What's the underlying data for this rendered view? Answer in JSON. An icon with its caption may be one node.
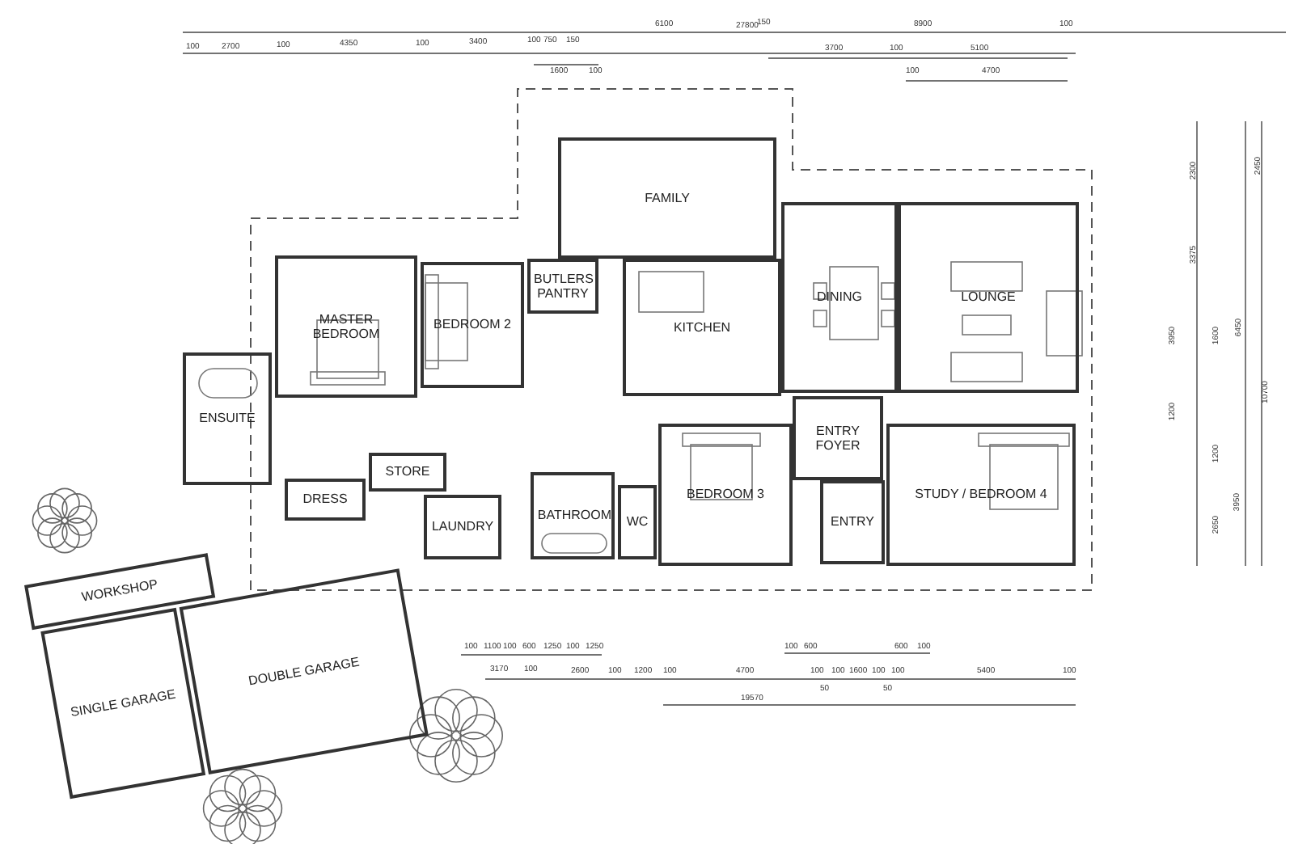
{
  "diagram": {
    "nodes": [
      {
        "text": [
          "FAMILY"
        ]
      },
      {
        "text": [
          "MASTER BEDROOM"
        ]
      },
      {
        "text": [
          "BEDROOM 2"
        ]
      },
      {
        "text": [
          "BUTLERS PANTRY"
        ]
      },
      {
        "text": [
          "KITCHEN"
        ]
      },
      {
        "text": [
          "DINING"
        ]
      },
      {
        "text": [
          "LOUNGE"
        ]
      },
      {
        "text": [
          "ENSUITE"
        ]
      },
      {
        "text": [
          "ENTRY FOYER"
        ]
      },
      {
        "text": [
          "STORE"
        ]
      },
      {
        "text": [
          "DRESS"
        ]
      },
      {
        "text": [
          "LAUNDRY"
        ]
      },
      {
        "text": [
          "BATHROOM"
        ]
      },
      {
        "text": [
          "WC"
        ]
      },
      {
        "text": [
          "BEDROOM 3"
        ]
      },
      {
        "text": [
          "ENTRY"
        ]
      },
      {
        "text": [
          "STUDY / BEDROOM 4"
        ]
      },
      {
        "text": [
          "WORKSHOP"
        ]
      },
      {
        "text": [
          "SINGLE GARAGE"
        ]
      },
      {
        "text": [
          "DOUBLE GARAGE"
        ]
      }
    ],
    "labels": [
      "27800",
      "100",
      "2700",
      "100",
      "4350",
      "100",
      "3400",
      "100",
      "750",
      "150",
      "1600",
      "100",
      "6100",
      "150",
      "8900",
      "100",
      "3700",
      "100",
      "5100",
      "100",
      "4700",
      "2300",
      "2450",
      "3375",
      "6450",
      "3950",
      "1600",
      "10700",
      "1200",
      "1200",
      "3950",
      "2650",
      "100",
      "1100",
      "100",
      "600",
      "1250",
      "100",
      "1250",
      "3170",
      "100",
      "2600",
      "100",
      "1200",
      "100",
      "4700",
      "100",
      "600",
      "600",
      "100",
      "100",
      "100",
      "1600",
      "100",
      "100",
      "50",
      "50",
      "5400",
      "100",
      "19570"
    ]
  }
}
